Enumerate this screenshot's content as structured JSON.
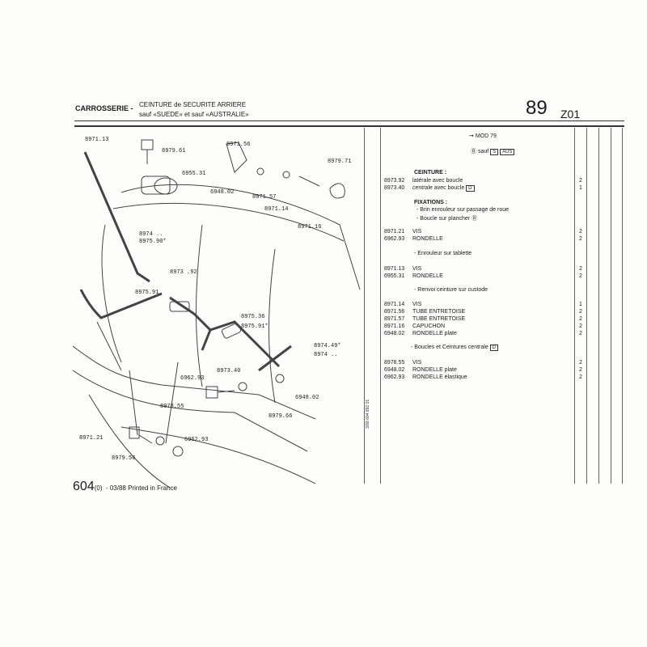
{
  "header": {
    "section": "CARROSSERIE -",
    "title_line1": "CEINTURE de SECURITE ARRIERE",
    "title_line2": "sauf «SUEDE» et sauf «AUSTRALIE»",
    "page_number": "89",
    "page_code": "Z01"
  },
  "callouts": [
    "8971.13",
    "8979.61",
    "6955.31",
    "8971.56",
    "8979.71",
    "6948.02",
    "8971.57",
    "8971.14",
    "8971.16",
    "8974 ..",
    "8975.90*",
    "8973 .92",
    "8975.91",
    "8975.36",
    "8975.91*",
    "8974.49*",
    "8974 ..",
    "8973.40",
    "6962.93",
    "6948.02",
    "8978.55",
    "8979.66",
    "8971.21",
    "6962.93",
    "8979.56"
  ],
  "doc_code": "3/88 604 892 01",
  "table": {
    "mod_arrow": "➞",
    "mod": "MOD 79",
    "sauf_symbol": "Ⓡ",
    "sauf": "sauf",
    "sauf_box1": "S",
    "sauf_box2": "AUS",
    "ceinture_hdr": "CEINTURE :",
    "rows_ceinture": [
      {
        "ref": "8973.92",
        "desc": "latérale avec boucle",
        "qty": "2"
      },
      {
        "ref": "8973.40",
        "desc": "centrale avec boucle",
        "box": "D",
        "qty": "1"
      }
    ],
    "fixations_hdr": "FIXATIONS :",
    "fix_note1": "- Brin enrouleur sur passage de roue",
    "fix_note2": "- Boucle sur plancher",
    "fix_note2_symbol": "Ⓡ",
    "rows_fix": [
      {
        "ref": "8971.21",
        "desc": "VIS",
        "qty": "2"
      },
      {
        "ref": "6962.93",
        "desc": "RONDELLE",
        "qty": "2"
      }
    ],
    "enrouleur_hdr": "- Enrouleur sur tablette",
    "rows_enrouleur": [
      {
        "ref": "8971.13",
        "desc": "VIS",
        "qty": "2"
      },
      {
        "ref": "6955.31",
        "desc": "RONDELLE",
        "qty": "2"
      }
    ],
    "renvoi_hdr": "- Renvoi ceinture sur custode",
    "rows_renvoi": [
      {
        "ref": "8971.14",
        "desc": "VIS",
        "qty": "1"
      },
      {
        "ref": "8971.56",
        "desc": "TUBE ENTRETOISE",
        "qty": "2"
      },
      {
        "ref": "8971.57",
        "desc": "TUBE ENTRETOISE",
        "qty": "2"
      },
      {
        "ref": "8971.16",
        "desc": "CAPUCHON",
        "qty": "2"
      },
      {
        "ref": "6948.02",
        "desc": "RONDELLE plate",
        "qty": "2"
      }
    ],
    "boucles_hdr": "- Boucles et Ceintures centrale",
    "boucles_box": "D",
    "rows_boucles": [
      {
        "ref": "8978.55",
        "desc": "VIS",
        "qty": "2"
      },
      {
        "ref": "6948.02",
        "desc": "RONDELLE plate",
        "qty": "2"
      },
      {
        "ref": "6962.93",
        "desc": "RONDELLE élastique",
        "qty": "2"
      }
    ]
  },
  "footer": {
    "code": "604",
    "variant": "(0)",
    "printed": "- 03/88 Printed in France"
  }
}
